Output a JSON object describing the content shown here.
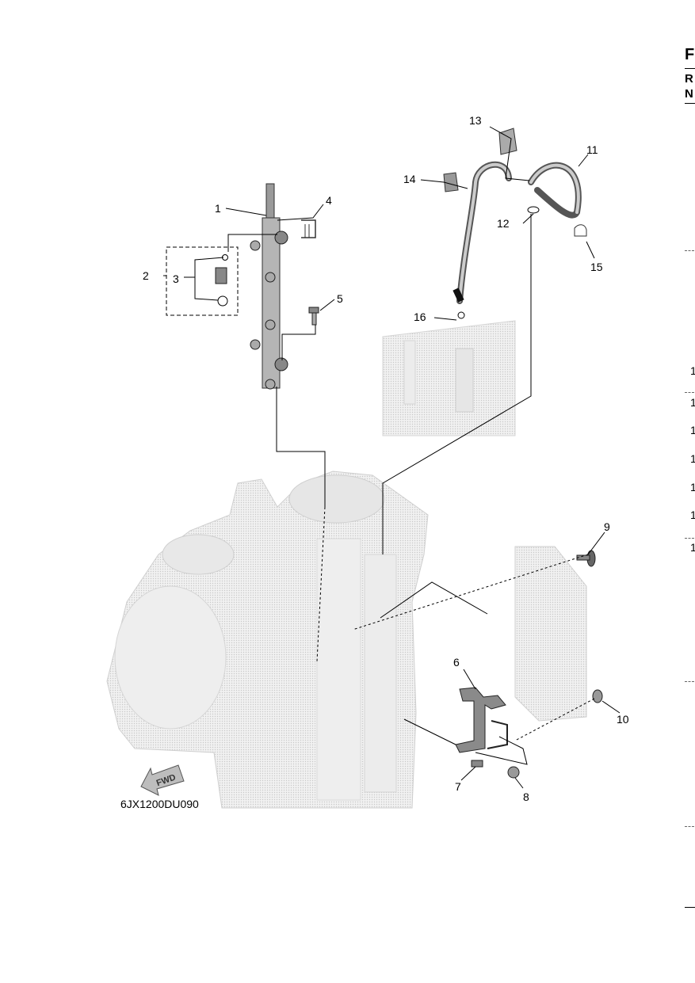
{
  "diagram": {
    "code": "6JX1200DU090",
    "fwd_label": "FWD",
    "callouts": [
      {
        "id": "1",
        "label": "1"
      },
      {
        "id": "2",
        "label": "2"
      },
      {
        "id": "3",
        "label": "3"
      },
      {
        "id": "4",
        "label": "4"
      },
      {
        "id": "5",
        "label": "5"
      },
      {
        "id": "6",
        "label": "6"
      },
      {
        "id": "7",
        "label": "7"
      },
      {
        "id": "8",
        "label": "8"
      },
      {
        "id": "9",
        "label": "9"
      },
      {
        "id": "10",
        "label": "10"
      },
      {
        "id": "11",
        "label": "11"
      },
      {
        "id": "12",
        "label": "12"
      },
      {
        "id": "13",
        "label": "13"
      },
      {
        "id": "14",
        "label": "14"
      },
      {
        "id": "15",
        "label": "15"
      },
      {
        "id": "16",
        "label": "16"
      }
    ]
  },
  "right_edge": {
    "header_letters": [
      "F",
      "R",
      "N"
    ],
    "row_numbers": [
      "1",
      "1",
      "1",
      "1",
      "1",
      "1",
      "1"
    ]
  },
  "colors": {
    "engine_gray": "#e6e6e6",
    "line": "#000000",
    "part_gray": "#8a8a8a"
  }
}
